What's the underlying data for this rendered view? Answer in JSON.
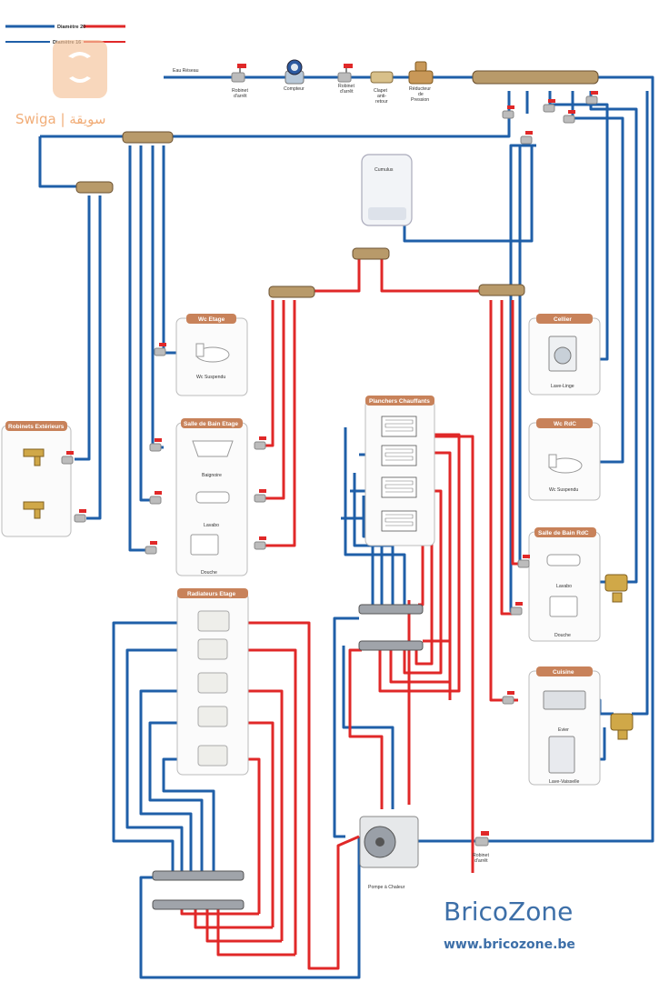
{
  "legend": {
    "d20": "Diamètre 20",
    "d16": "Diamètre 16"
  },
  "watermark": {
    "swiga": "Swiga | سويقة",
    "brand": "BricoZone",
    "url": "www.bricozone.be"
  },
  "supply": {
    "eau_reseau": "Eau Réseau",
    "robinet_1": [
      "Robinet",
      "d'arrêt"
    ],
    "compteur": "Compteur",
    "robinet_2": [
      "Robinet",
      "d'arrêt"
    ],
    "clapet": [
      "Clapet",
      "anti-",
      "retour"
    ],
    "reducteur": [
      "Réducteur",
      "de",
      "Pression"
    ]
  },
  "cumulus": "Cumulus",
  "rooms": {
    "wc_etage": {
      "title": "Wc Etage",
      "items": [
        "Wc Suspendu"
      ]
    },
    "sdb_etage": {
      "title": "Salle de Bain Etage",
      "items": [
        "Baignoire",
        "Lavabo",
        "Douche"
      ]
    },
    "robinets_ext": {
      "title": "Robinets Extérieurs"
    },
    "planchers": {
      "title": "Planchers Chauffants"
    },
    "radiateurs": {
      "title": "Radiateurs Etage"
    },
    "cellier": {
      "title": "Cellier",
      "items": [
        "Lave-Linge"
      ]
    },
    "wc_rdc": {
      "title": "Wc RdC",
      "items": [
        "Wc Suspendu"
      ]
    },
    "sdb_rdc": {
      "title": "Salle de Bain RdC",
      "items": [
        "Lavabo",
        "Douche"
      ]
    },
    "cuisine": {
      "title": "Cuisine",
      "items": [
        "Evier",
        "Lave-Vaisselle"
      ]
    }
  },
  "pac": "Pompe à Chaleur",
  "robinet_pac": [
    "Robinet",
    "d'arrêt"
  ],
  "colors": {
    "cold": "#1f5fa8",
    "hot": "#e02828",
    "panel_border": "#bbbbbb",
    "tab": "#c8825a",
    "brass": "#c8a060"
  }
}
